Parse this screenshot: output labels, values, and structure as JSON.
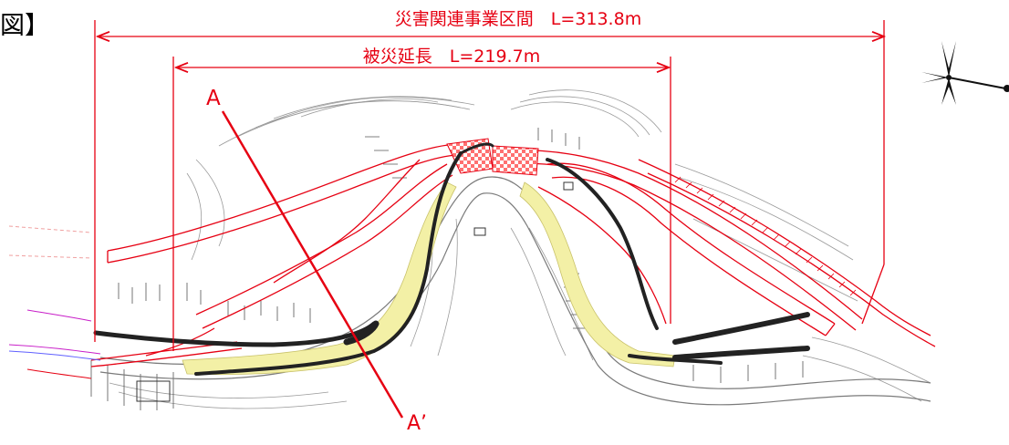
{
  "header": {
    "title_fragment": "図】"
  },
  "dimensions": {
    "outer": {
      "label": "災害関連事業区間　L=313.8m"
    },
    "inner": {
      "label": "被災延長　L=219.7m"
    }
  },
  "section_line": {
    "start_label": "A",
    "end_label": "A’"
  },
  "map": {
    "north_arrow": "north-arrow-icon"
  },
  "colors": {
    "accent_red": "#e60012",
    "fill_yellow": "#f3f0a6",
    "check_red": "#f08080"
  }
}
